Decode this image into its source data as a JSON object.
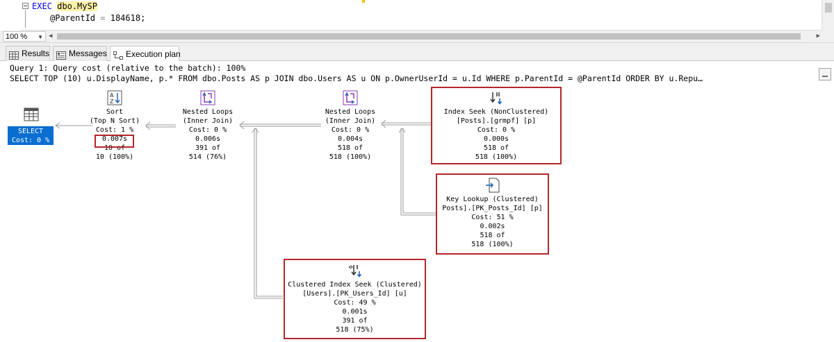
{
  "editor": {
    "keyword": "EXEC",
    "proc": "dbo.MySP",
    "param_name": "@ParentId",
    "param_eq": "=",
    "param_value": "184618;"
  },
  "zoom": {
    "value": "100 %"
  },
  "tabs": [
    {
      "label": "Results"
    },
    {
      "label": "Messages"
    },
    {
      "label": "Execution plan"
    }
  ],
  "plan": {
    "query_header": "Query 1: Query cost (relative to the batch): 100%",
    "query_text": "SELECT TOP (10) u.DisplayName, p.* FROM dbo.Posts AS p JOIN dbo.Users AS u ON p.OwnerUserId = u.Id WHERE p.ParentId = @ParentId ORDER BY u.Repu…",
    "select": {
      "name": "SELECT",
      "cost": "Cost: 0 %"
    },
    "sort": {
      "name": "Sort",
      "sub": "(Top N Sort)",
      "cost": "Cost: 1 %",
      "time": "0.007s",
      "rows": "10 of",
      "est": "10 (100%)"
    },
    "nl1": {
      "name": "Nested Loops",
      "sub": "(Inner Join)",
      "cost": "Cost: 0 %",
      "time": "0.006s",
      "rows": "391 of",
      "est": "514 (76%)"
    },
    "nl2": {
      "name": "Nested Loops",
      "sub": "(Inner Join)",
      "cost": "Cost: 0 %",
      "time": "0.004s",
      "rows": "518 of",
      "est": "518 (100%)"
    },
    "seek": {
      "name": "Index Seek (NonClustered)",
      "sub": "[Posts].[grmpf] [p]",
      "cost": "Cost: 0 %",
      "time": "0.000s",
      "rows": "518 of",
      "est": "518 (100%)"
    },
    "lookup": {
      "name": "Key Lookup (Clustered)",
      "sub": "Posts].[PK_Posts_Id] [p]",
      "cost": "Cost: 51 %",
      "time": "0.002s",
      "rows": "518 of",
      "est": "518 (100%)"
    },
    "cseek": {
      "name": "Clustered Index Seek (Clustered)",
      "sub": "[Users].[PK_Users_Id] [u]",
      "cost": "Cost: 49 %",
      "time": "0.001s",
      "rows": "391 of",
      "est": "518 (75%)"
    }
  }
}
